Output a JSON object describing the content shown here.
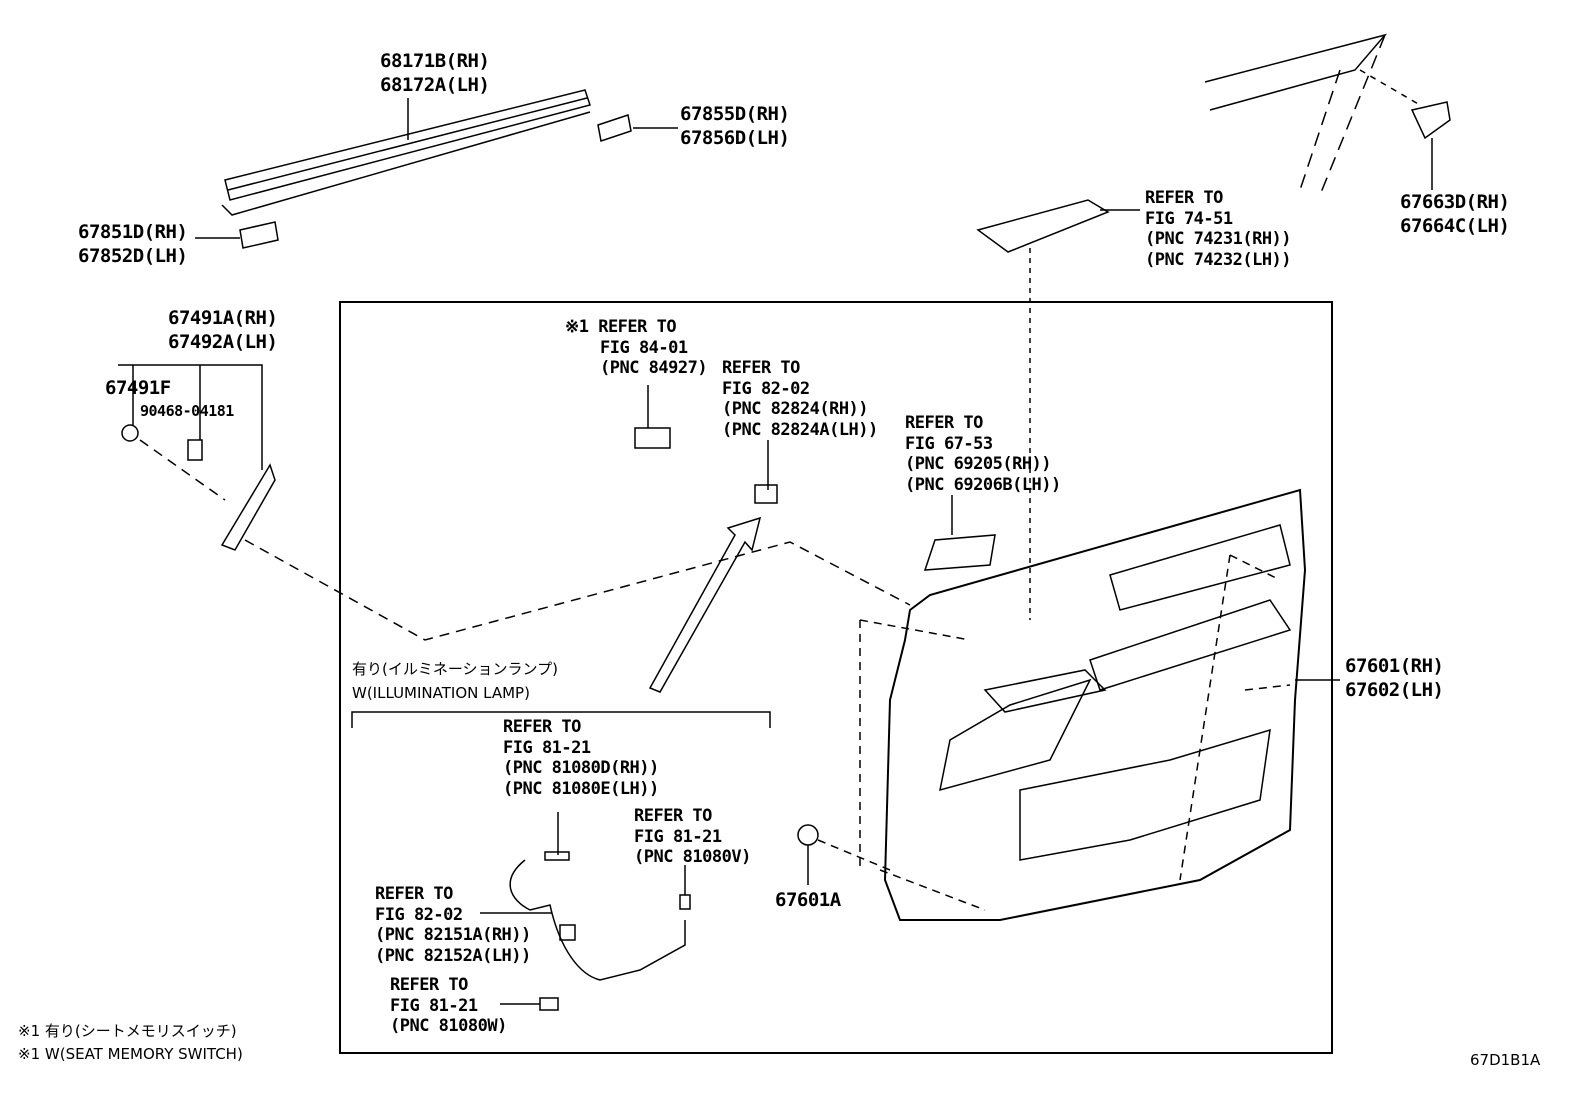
{
  "parts": {
    "p68171": [
      "68171B(RH)",
      "68172A(LH)"
    ],
    "p67855": [
      "67855D(RH)",
      "67856D(LH)"
    ],
    "p67851": [
      "67851D(RH)",
      "67852D(LH)"
    ],
    "p67491": [
      "67491A(RH)",
      "67492A(LH)"
    ],
    "p67491F": "67491F",
    "p90468": "90468-04181",
    "p67663": [
      "67663D(RH)",
      "67664C(LH)"
    ],
    "p67601": [
      "67601(RH)",
      "67602(LH)"
    ],
    "p67601A": "67601A"
  },
  "refs": {
    "r7451": [
      "REFER TO",
      "FIG 74-51",
      "(PNC 74231(RH))",
      "(PNC 74232(LH))"
    ],
    "r8401": [
      "※1 REFER TO",
      "FIG 84-01",
      "(PNC 84927)"
    ],
    "r8202a": [
      "REFER TO",
      "FIG 82-02",
      "(PNC 82824(RH))",
      "(PNC 82824A(LH))"
    ],
    "r6753": [
      "REFER TO",
      "FIG 67-53",
      "(PNC 69205(RH))",
      "(PNC 69206B(LH))"
    ],
    "r8121a": [
      "REFER TO",
      "FIG 81-21",
      "(PNC 81080D(RH))",
      "(PNC 81080E(LH))"
    ],
    "r8121b": [
      "REFER TO",
      "FIG 81-21",
      "(PNC 81080V)"
    ],
    "r8202b": [
      "REFER TO",
      "FIG 82-02",
      "(PNC 82151A(RH))",
      "(PNC 82152A(LH))"
    ],
    "r8121c": [
      "REFER TO",
      "FIG 81-21",
      "(PNC 81080W)"
    ]
  },
  "illumination": {
    "jp": "有り(イルミネーションランプ)",
    "en": "W(ILLUMINATION LAMP)"
  },
  "footnotes": [
    "※1 有り(シートメモリスイッチ)",
    "※1 W(SEAT MEMORY SWITCH)"
  ],
  "figure_code": "67D1B1A"
}
